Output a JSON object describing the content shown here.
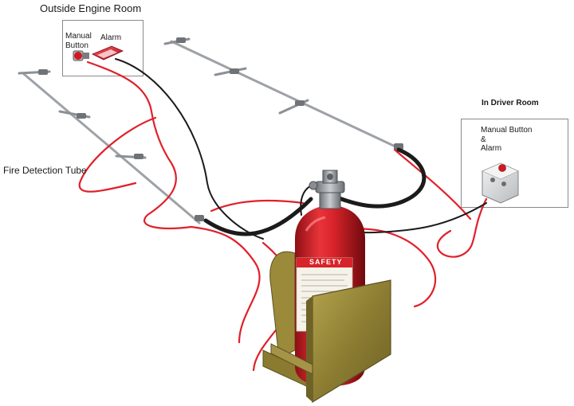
{
  "labels": {
    "outside_engine_room": "Outside Engine Room",
    "manual_button": [
      "Manual",
      "Button"
    ],
    "alarm": "Alarm",
    "fire_detection_tube": "Fire Detection Tube",
    "in_driver_room": "In Driver Room",
    "manual_button_alarm": [
      "Manual Button",
      "&",
      "Alarm"
    ]
  },
  "cylinder_label": "SAFETY",
  "colors": {
    "cylinder": "#d8232a",
    "red_wire": "#e0202a",
    "black_hose": "#1b1b1b",
    "steel_pipe": "#a8acb0",
    "bracket": "#9a8a3a"
  }
}
